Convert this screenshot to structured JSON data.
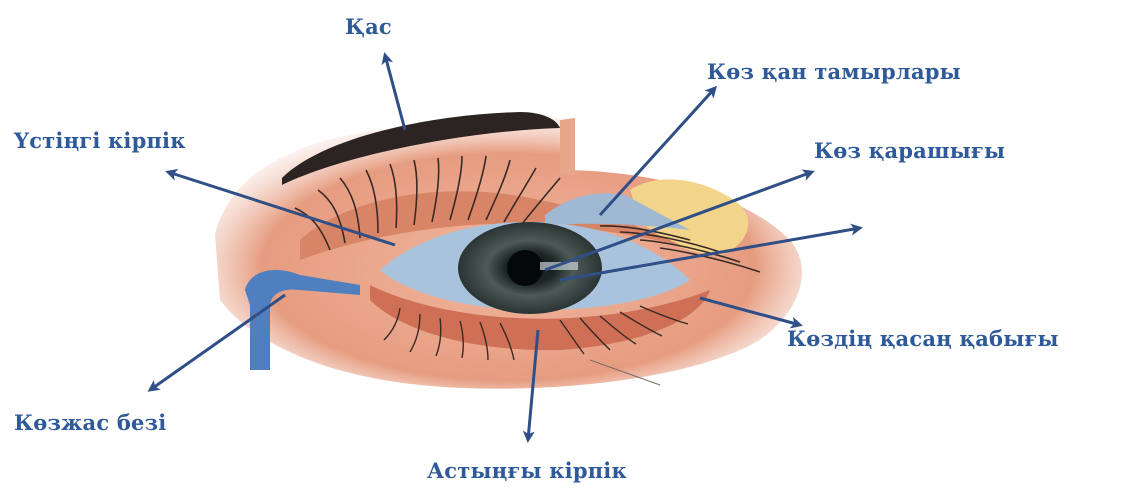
{
  "labels": {
    "eyebrow": "Қас",
    "eye_blood_vessels": "Көз қан тамырлары",
    "upper_eyelash": "Үстіңгі кірпік",
    "pupil": "Көз қарашығы",
    "eyelid_edge": "Көздің қасаң қабығы",
    "lacrimal_gland": "Көзжас безі",
    "lower_eyelash": "Астыңғы кірпік"
  },
  "colors": {
    "label_text": "#2f5a9a",
    "arrow": "#2f4f86",
    "skin": "#e8a48a",
    "iris": "#3a4a4a",
    "sclera": "#a9c3dc",
    "duct": "#4f7fbf"
  }
}
